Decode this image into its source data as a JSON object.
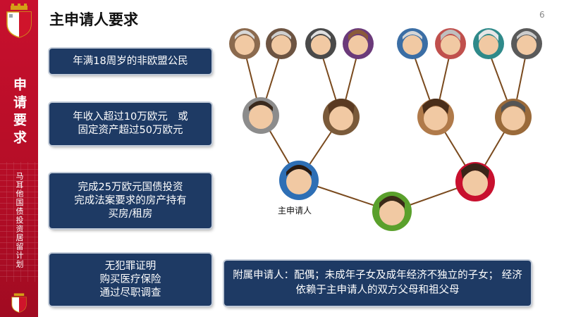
{
  "page": {
    "title": "主申请人要求",
    "page_number": "6"
  },
  "sidebar": {
    "title": "申请要求",
    "subtitle": "马耳他国债投资居留计划"
  },
  "requirements": [
    "年满18周岁的非欧盟公民",
    "年收入超过10万欧元　或\n固定资产超过50万欧元",
    "完成25万欧元国债投资\n完成法案要求的房产持有\n买房/租房",
    "无犯罪证明\n购买医疗保险\n通过尽职调查"
  ],
  "dependents_note": "附属申请人：配偶；未成年子女及成年经济不独立的子女；  经济 依赖于主申请人的双方父母和祖父母",
  "diagram": {
    "applicant_label": "主申请人",
    "colors": {
      "sidebar_red": "#c8102e",
      "box_navy": "#1e3a64",
      "line_brown": "#7a4a1e"
    }
  }
}
